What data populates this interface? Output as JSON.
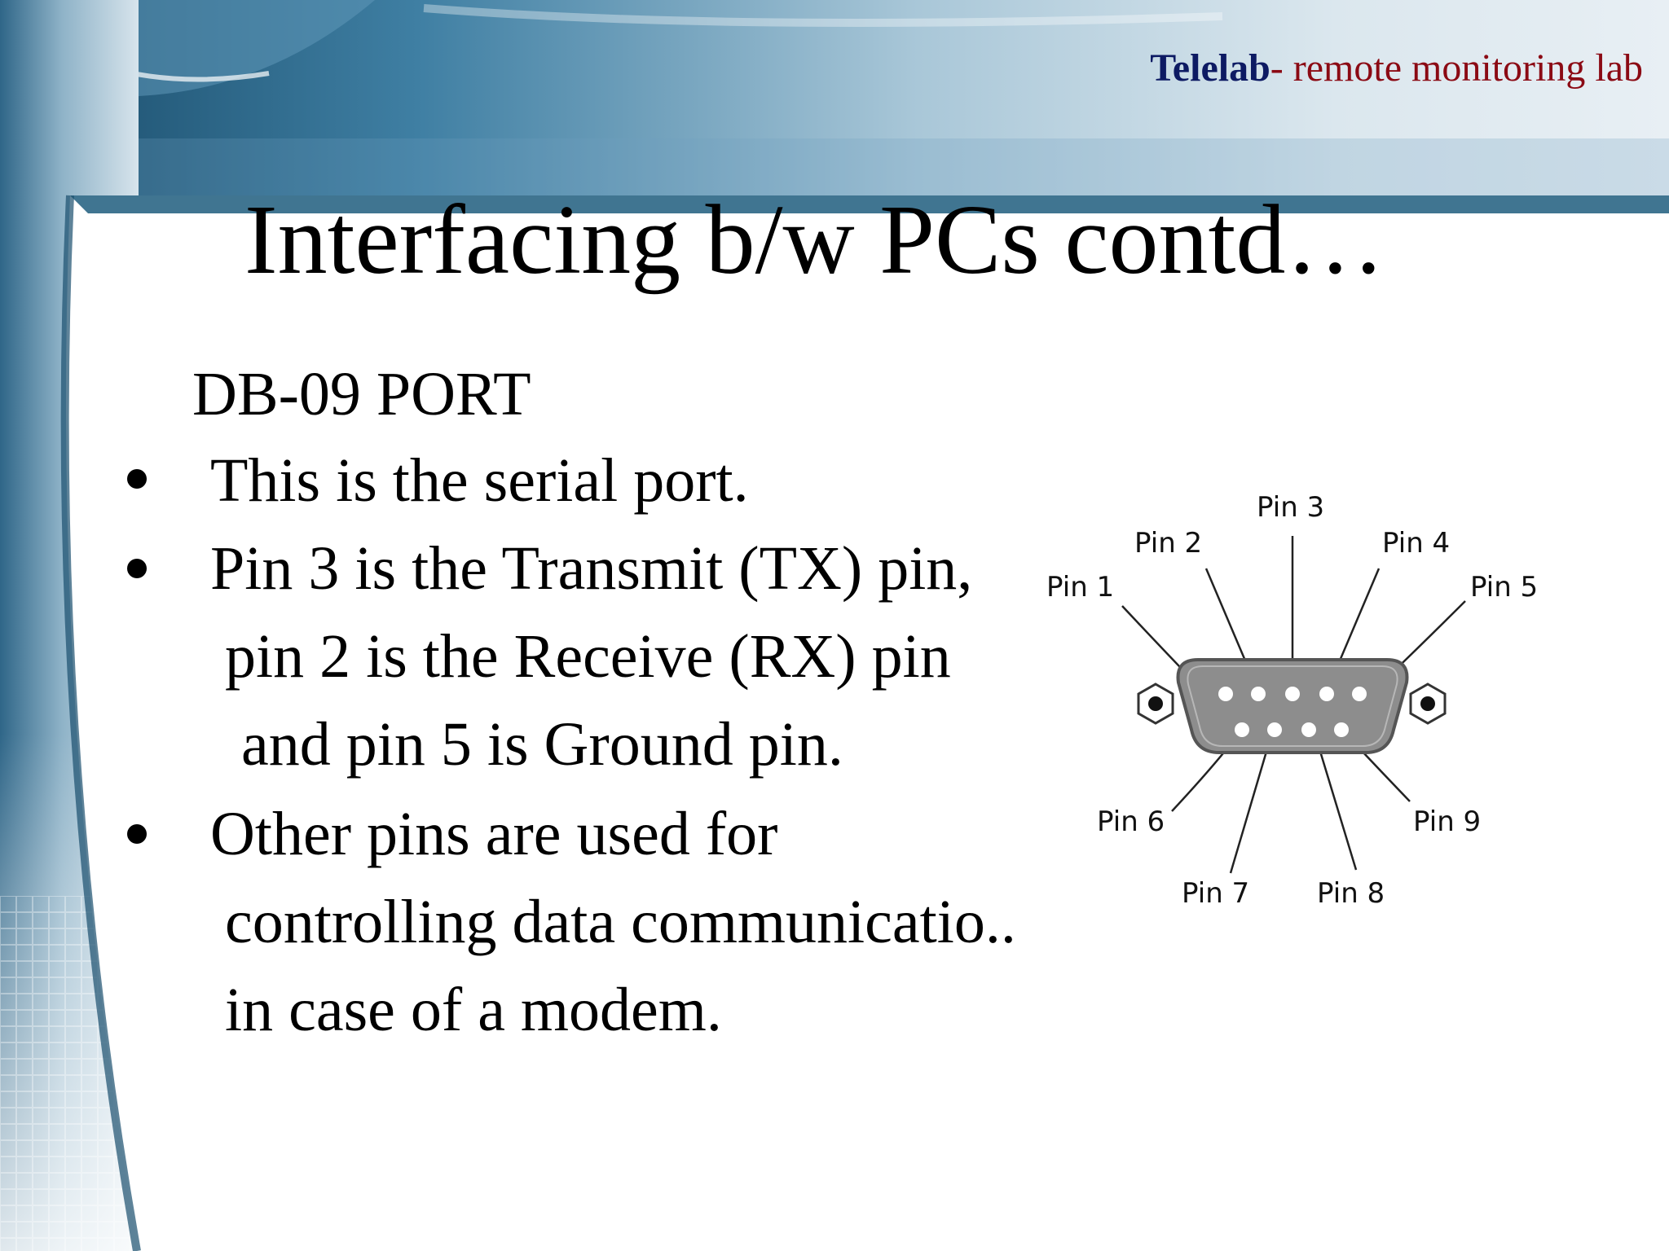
{
  "header": {
    "brand_name": "Telelab",
    "brand_tagline": "- remote monitoring lab"
  },
  "slide": {
    "title": "Interfacing b/w PCs contd…",
    "subheading": "DB-09 PORT",
    "bullets": [
      {
        "lines": [
          "This is the serial port."
        ]
      },
      {
        "lines": [
          "Pin 3 is the Transmit (TX) pin,",
          "pin 2 is the Receive (RX) pin",
          "and pin 5 is Ground pin."
        ]
      },
      {
        "lines": [
          "Other pins are used for",
          "controlling data communicatio..",
          "in case of a modem."
        ]
      }
    ]
  },
  "diagram": {
    "pins": {
      "pin1": "Pin 1",
      "pin2": "Pin 2",
      "pin3": "Pin 3",
      "pin4": "Pin 4",
      "pin5": "Pin 5",
      "pin6": "Pin 6",
      "pin7": "Pin 7",
      "pin8": "Pin 8",
      "pin9": "Pin 9"
    }
  },
  "colors": {
    "brand_name": "#0d1a63",
    "brand_tagline": "#8b0a14",
    "banner_blue": "#1e5d7e"
  }
}
